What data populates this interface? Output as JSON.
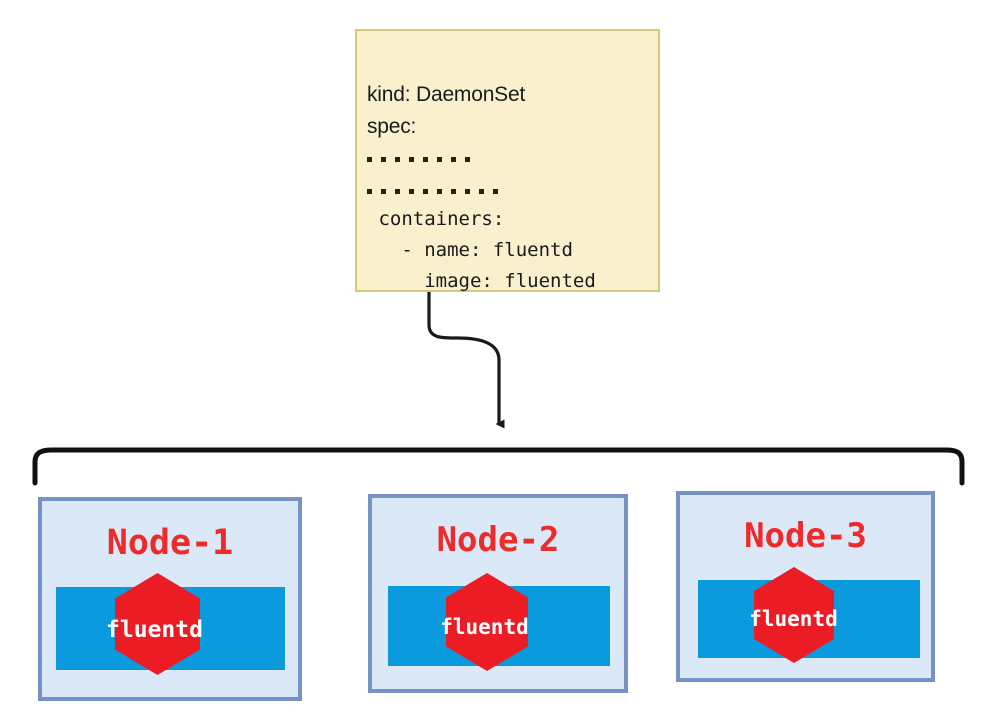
{
  "diagram": {
    "title": "Kubernetes DaemonSet fluentd on nodes",
    "colors": {
      "spec_box_fill": "#fbf0ce",
      "spec_box_border": "#d6c87a",
      "node_fill": "#dbe8f8",
      "node_border": "#7793c4",
      "node_title": "#ee2b2b",
      "pod_rect": "#0b9ade",
      "hexagon": "#ec1c24",
      "pod_label": "#ffffff",
      "connector": "#1a1a1a"
    }
  },
  "spec": {
    "lines": [
      {
        "text": "kind: DaemonSet",
        "style": "sans"
      },
      {
        "text": "spec:",
        "style": "sans"
      },
      {
        "text": "........",
        "style": "dots",
        "count": 8
      },
      {
        "text": "..........",
        "style": "dots",
        "count": 10
      },
      {
        "text": " containers:",
        "style": "mono"
      },
      {
        "text": "   - name: fluentd",
        "style": "mono"
      },
      {
        "text": "     image: fluented",
        "style": "mono"
      }
    ]
  },
  "connector": {
    "arrow_label": "daemonset-to-nodes-arrow",
    "brace_label": "nodes-group-brace"
  },
  "nodes": [
    {
      "title": "Node-1",
      "pod_label": "fluentd"
    },
    {
      "title": "Node-2",
      "pod_label": "fluentd"
    },
    {
      "title": "Node-3",
      "pod_label": "fluentd"
    }
  ]
}
